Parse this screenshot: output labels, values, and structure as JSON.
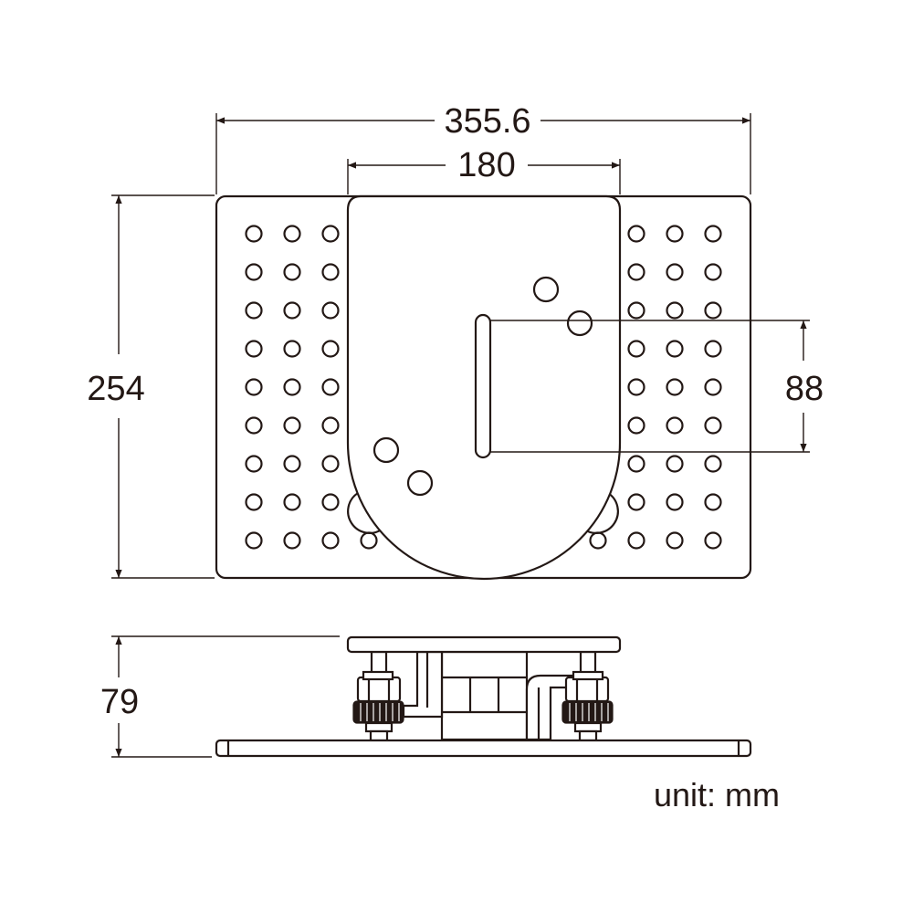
{
  "dimensions": {
    "width_overall": "355.6",
    "width_inner": "180",
    "height_plate": "254",
    "slot_length": "88",
    "height_side": "79"
  },
  "unit_label": "unit: mm",
  "colors": {
    "ink": "#231815",
    "background": "#ffffff"
  }
}
